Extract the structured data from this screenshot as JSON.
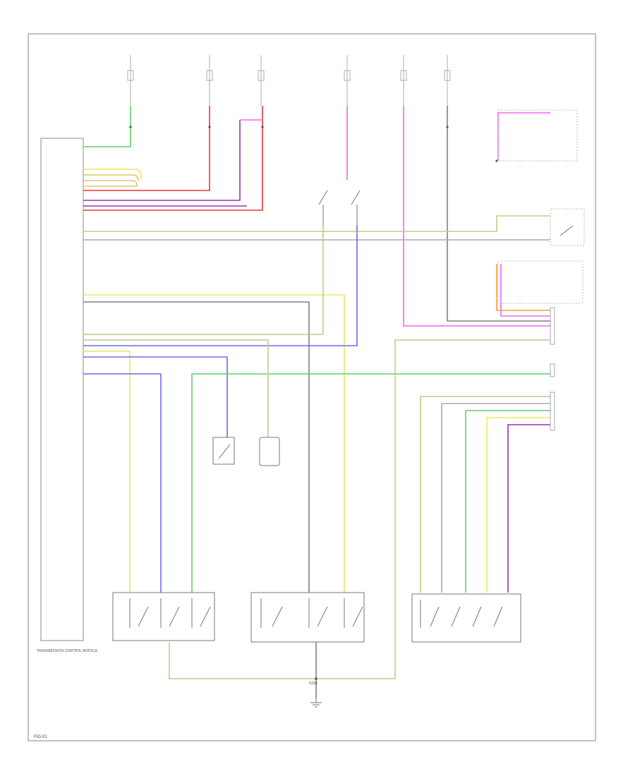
{
  "figure_code": "FIG-01",
  "labels": {
    "tcm": "TRANSMISSION CONTROL MODULE",
    "ground": "G101"
  },
  "colors": {
    "red": "#ee3333",
    "pink": "#ee66ee",
    "violet": "#9933aa",
    "yellow": "#e8e860",
    "blue": "#6b6bee",
    "green": "#66cc66",
    "tan": "#c8c888",
    "gray": "#808080",
    "orange": "#f0a030",
    "frame": "#888888"
  }
}
